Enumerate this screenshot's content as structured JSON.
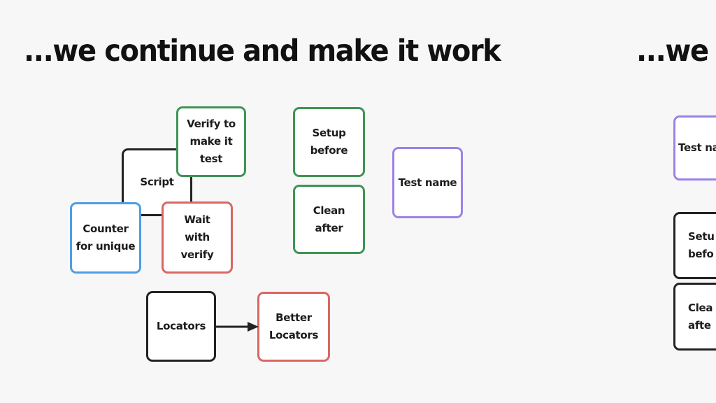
{
  "colors": {
    "background": "#f7f7f7",
    "ink": "#1c1c1c",
    "black": "#222222",
    "green": "#3f9454",
    "blue": "#4d9ee4",
    "red": "#d96762",
    "purple": "#9b82e8"
  },
  "current_slide": {
    "title": "...we continue and make it work",
    "nodes": {
      "script": {
        "label": "Script"
      },
      "verify": {
        "label": "Verify to\nmake it\ntest"
      },
      "counter": {
        "label": "Counter\nfor unique"
      },
      "wait": {
        "label": "Wait\nwith\nverify"
      },
      "setup_before": {
        "label": "Setup\nbefore"
      },
      "clean_after": {
        "label": "Clean\nafter"
      },
      "test_name": {
        "label": "Test name"
      },
      "locators": {
        "label": "Locators"
      },
      "better_locators": {
        "label": "Better\nLocators"
      }
    },
    "arrow": {
      "from": "Locators",
      "to": "Better Locators"
    }
  },
  "next_slide": {
    "title_fragment": "...we c",
    "nodes": {
      "test_name": {
        "label": "Test na"
      },
      "setup_before": {
        "label": "Setu\nbefo"
      },
      "clean_after": {
        "label": "Clea\nafte"
      }
    }
  }
}
